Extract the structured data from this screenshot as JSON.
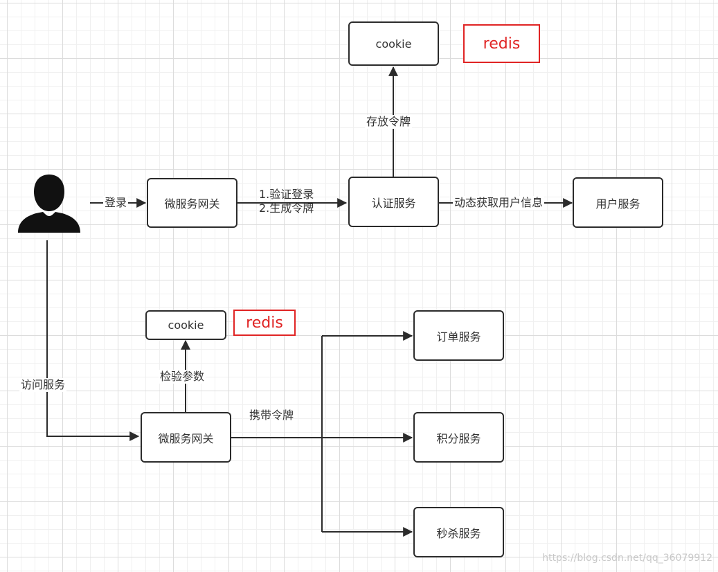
{
  "diagram": {
    "top": {
      "gateway_label": "微服务网关",
      "auth_label": "认证服务",
      "user_service_label": "用户服务",
      "cookie_label": "cookie",
      "redis_label": "redis",
      "edge_login": "登录",
      "edge_verify_line1": "1.验证登录",
      "edge_verify_line2": "2.生成令牌",
      "edge_store_token": "存放令牌",
      "edge_fetch_user": "动态获取用户信息"
    },
    "bottom": {
      "gateway_label": "微服务网关",
      "cookie_label": "cookie",
      "redis_label": "redis",
      "edge_access": "访问服务",
      "edge_check_params": "检验参数",
      "edge_carry_token": "携带令牌",
      "order_service_label": "订单服务",
      "points_service_label": "积分服务",
      "seckill_service_label": "秒杀服务"
    },
    "watermark": "https://blog.csdn.net/qq_36079912",
    "colors": {
      "stroke": "#2b2b2b",
      "redis": "#e02424",
      "grid": "#dcdcdc",
      "watermark": "#c8c8c8"
    },
    "icons": [
      "user-icon"
    ]
  }
}
